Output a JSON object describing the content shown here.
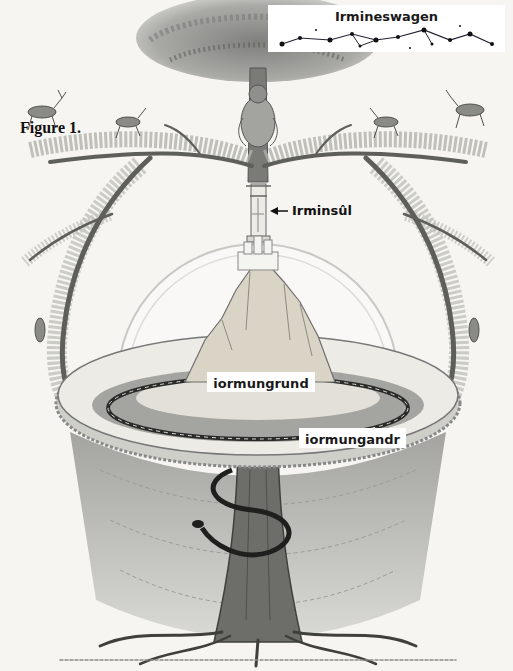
{
  "diagram": {
    "title": "Figure 1.",
    "nodes": [
      {
        "text": [
          "Irmineswagen"
        ]
      },
      {
        "text": [
          "iormungrund"
        ]
      },
      {
        "text": [
          "iormungandr"
        ]
      }
    ],
    "labels": [
      "Irminsûl"
    ]
  }
}
